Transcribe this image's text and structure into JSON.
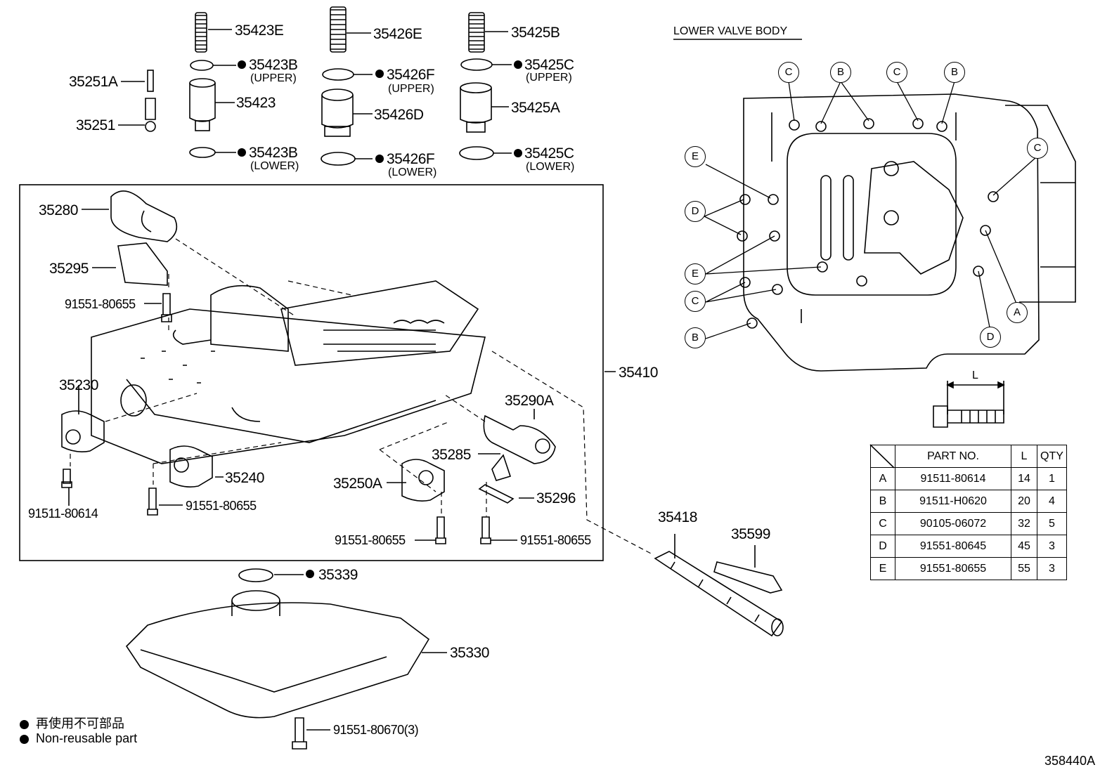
{
  "diagram_code": "358440A",
  "lower_valve_body_title": "LOWER VALVE BODY",
  "parts": {
    "p35423E": "35423E",
    "p35426E": "35426E",
    "p35425B": "35425B",
    "p35423B_upper": "35423B",
    "p35426F_upper": "35426F",
    "p35425C_upper": "35425C",
    "p35251A": "35251A",
    "p35423": "35423",
    "p35426D": "35426D",
    "p35425A": "35425A",
    "p35251": "35251",
    "p35423B_lower": "35423B",
    "p35426F_lower": "35426F",
    "p35425C_lower": "35425C",
    "p35280": "35280",
    "p35295": "35295",
    "bolt_91551_80655_a": "91551-80655",
    "p35230": "35230",
    "p35410": "35410",
    "p35290A": "35290A",
    "p35285": "35285",
    "p35240": "35240",
    "p35250A": "35250A",
    "p35296": "35296",
    "bolt_91511_80614": "91511-80614",
    "bolt_91551_80655_b": "91551-80655",
    "bolt_91551_80655_c": "91551-80655",
    "bolt_91551_80655_d": "91551-80655",
    "p35418": "35418",
    "p35599": "35599",
    "p35339": "35339",
    "p35330": "35330",
    "bolt_91551_80670": "91551-80670(3)"
  },
  "position_notes": {
    "upper_a": "(UPPER)",
    "upper_b": "(UPPER)",
    "upper_c": "(UPPER)",
    "lower_a": "(LOWER)",
    "lower_b": "(LOWER)",
    "lower_c": "(LOWER)"
  },
  "bolt_callouts": {
    "c1": "C",
    "b1": "B",
    "c2": "C",
    "b2": "B",
    "e1": "E",
    "c3": "C",
    "d1": "D",
    "e2": "E",
    "c4": "C",
    "b3": "B",
    "a1": "A",
    "d2": "D"
  },
  "length_label": "L",
  "bolt_table": {
    "headers": [
      "",
      "PART NO.",
      "L",
      "QTY"
    ],
    "rows": [
      {
        "key": "A",
        "part": "91511-80614",
        "L": "14",
        "qty": "1"
      },
      {
        "key": "B",
        "part": "91511-H0620",
        "L": "20",
        "qty": "4"
      },
      {
        "key": "C",
        "part": "90105-06072",
        "L": "32",
        "qty": "5"
      },
      {
        "key": "D",
        "part": "91551-80645",
        "L": "45",
        "qty": "3"
      },
      {
        "key": "E",
        "part": "91551-80655",
        "L": "55",
        "qty": "3"
      }
    ]
  },
  "legend": {
    "japanese": "再使用不可部品",
    "english": "Non-reusable part"
  }
}
